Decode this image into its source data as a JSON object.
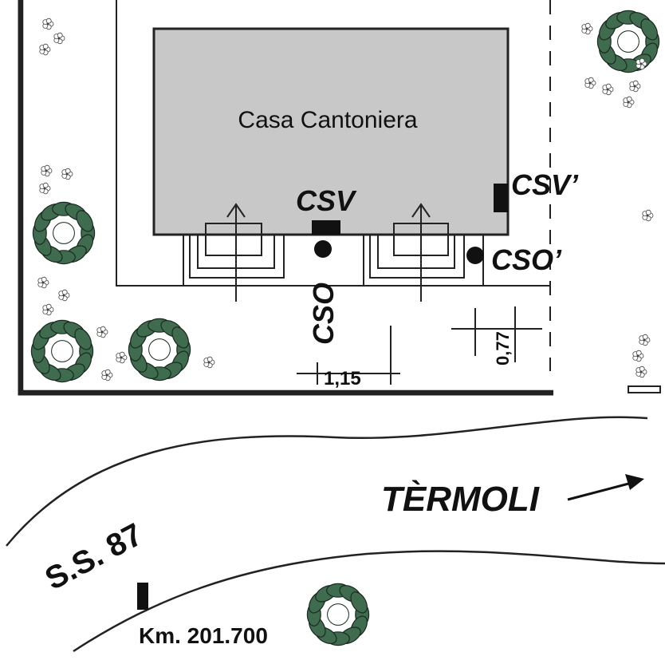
{
  "building": {
    "name": "Casa Cantoniera",
    "fill": "#c8c8c8"
  },
  "markers": {
    "csv": "CSV",
    "csv_prime": "CSV’",
    "cso": "CSO",
    "cso_prime": "CSO’"
  },
  "measurements": {
    "horizontal": "1,15",
    "vertical": "0,77"
  },
  "road": {
    "name": "S.S. 87",
    "km": "Km. 201.700",
    "direction": "TÈRMOLI"
  },
  "colors": {
    "tree": "#3f6b4f",
    "tree_outline": "#1a2a1f",
    "lines": "#222222"
  }
}
